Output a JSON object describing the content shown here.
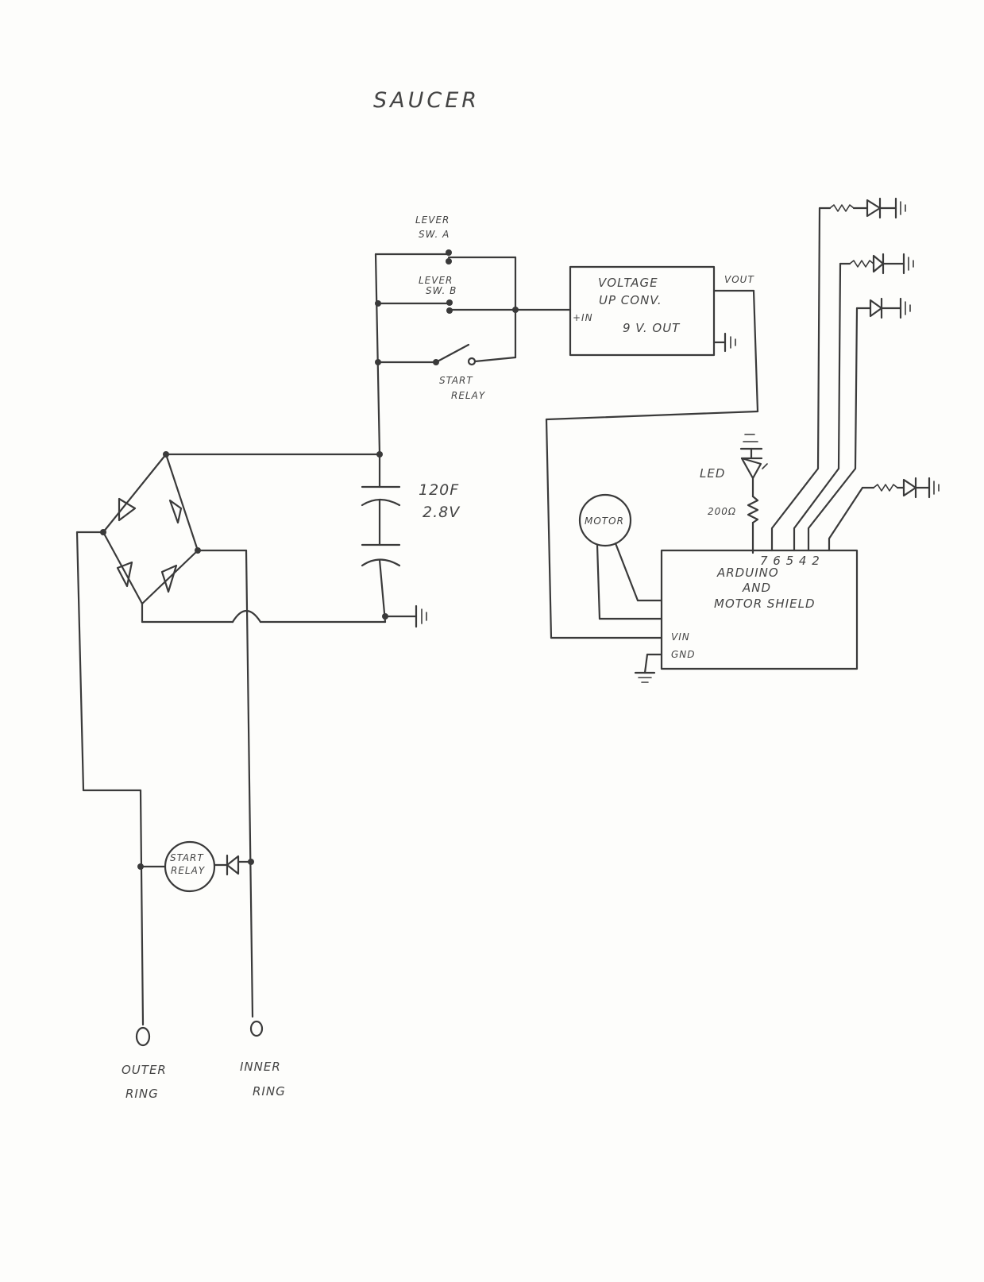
{
  "title": "SAUCER",
  "labels": {
    "lever_a_1": "LEVER",
    "lever_a_2": "SW. A",
    "lever_b_1": "LEVER",
    "lever_b_2": "SW. B",
    "start_relay_1": "START",
    "start_relay_2": "RELAY",
    "conv_1": "VOLTAGE",
    "conv_2": "UP CONV.",
    "conv_3": "9 V. OUT",
    "conv_in": "+IN",
    "conv_out": "VOUT",
    "cap_1": "120F",
    "cap_2": "2.8V",
    "led": "LED",
    "resistor": "200Ω",
    "motor": "MOTOR",
    "pins": "7 6 5 4 2",
    "arduino_1": "ARDUINO",
    "arduino_2": "AND",
    "arduino_3": "MOTOR SHIELD",
    "vin": "VIN",
    "gnd": "GND",
    "relay_coil_1": "START",
    "relay_coil_2": "RELAY",
    "outer_1": "OUTER",
    "outer_2": "RING",
    "inner_1": "INNER",
    "inner_2": "RING"
  }
}
